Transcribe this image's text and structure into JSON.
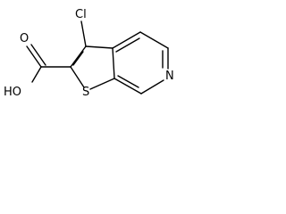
{
  "molecule": {
    "atoms": {
      "cl": "Cl",
      "oh": "HO",
      "o": "O",
      "s": "S",
      "n": "N"
    }
  }
}
